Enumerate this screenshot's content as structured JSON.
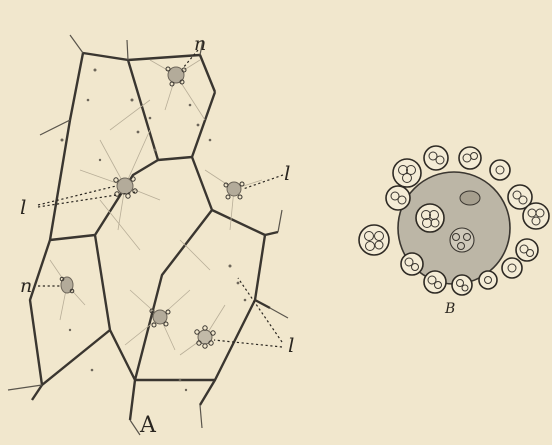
{
  "figure": {
    "panel_a": {
      "caption": "A",
      "labels": {
        "n_top": "n",
        "n_left": "n",
        "l_left": "l",
        "l_right_upper": "l",
        "l_right_lower": "l"
      }
    },
    "panel_b": {
      "caption": "B"
    }
  },
  "colors": {
    "background": "#f1e7cd",
    "ink": "#2a2620",
    "nucleus": "#b3ab9a",
    "cell_b": "#bcb6a6"
  }
}
